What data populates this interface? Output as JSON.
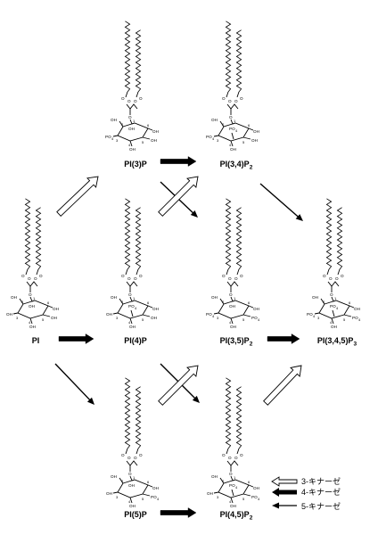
{
  "molecules": [
    {
      "id": "pi",
      "label": "PI",
      "sub": "",
      "phos": []
    },
    {
      "id": "pi3p",
      "label": "PI(3)P",
      "sub": "",
      "phos": [
        "3"
      ]
    },
    {
      "id": "pi4p",
      "label": "PI(4)P",
      "sub": "",
      "phos": [
        "4"
      ]
    },
    {
      "id": "pi5p",
      "label": "PI(5)P",
      "sub": "",
      "phos": [
        "5"
      ]
    },
    {
      "id": "pi34p2",
      "label": "PI(3,4)P",
      "sub": "2",
      "phos": [
        "3",
        "4"
      ]
    },
    {
      "id": "pi35p2",
      "label": "PI(3,5)P",
      "sub": "2",
      "phos": [
        "3",
        "5"
      ]
    },
    {
      "id": "pi45p2",
      "label": "PI(4,5)P",
      "sub": "2",
      "phos": [
        "4",
        "5"
      ]
    },
    {
      "id": "pi345p3",
      "label": "PI(3,4,5)P",
      "sub": "3",
      "phos": [
        "3",
        "4",
        "5"
      ]
    }
  ],
  "atoms": {
    "hydroxyl": "OH",
    "phosphate": "PO",
    "phosphate_sub": "4",
    "ring_oxygen": "O",
    "ester_oxygen": "O",
    "numbers": [
      "1",
      "2",
      "3",
      "4",
      "5",
      "6"
    ]
  },
  "reactions": [
    {
      "from": "pi",
      "to": "pi3p",
      "kinase": "3-kinase"
    },
    {
      "from": "pi",
      "to": "pi4p",
      "kinase": "4-kinase"
    },
    {
      "from": "pi",
      "to": "pi5p",
      "kinase": "5-kinase"
    },
    {
      "from": "pi3p",
      "to": "pi34p2",
      "kinase": "4-kinase"
    },
    {
      "from": "pi3p",
      "to": "pi35p2",
      "kinase": "5-kinase"
    },
    {
      "from": "pi4p",
      "to": "pi34p2",
      "kinase": "3-kinase"
    },
    {
      "from": "pi4p",
      "to": "pi45p2",
      "kinase": "5-kinase"
    },
    {
      "from": "pi5p",
      "to": "pi35p2",
      "kinase": "3-kinase"
    },
    {
      "from": "pi5p",
      "to": "pi45p2",
      "kinase": "4-kinase"
    },
    {
      "from": "pi34p2",
      "to": "pi345p3",
      "kinase": "5-kinase"
    },
    {
      "from": "pi35p2",
      "to": "pi345p3",
      "kinase": "4-kinase"
    },
    {
      "from": "pi45p2",
      "to": "pi345p3",
      "kinase": "3-kinase"
    }
  ],
  "legend": [
    {
      "kinase": "3-kinase",
      "style": "open",
      "label": "3-キナーゼ"
    },
    {
      "kinase": "4-kinase",
      "style": "bold",
      "label": "4-キナーゼ"
    },
    {
      "kinase": "5-kinase",
      "style": "thin",
      "label": "5-キナーゼ"
    }
  ]
}
